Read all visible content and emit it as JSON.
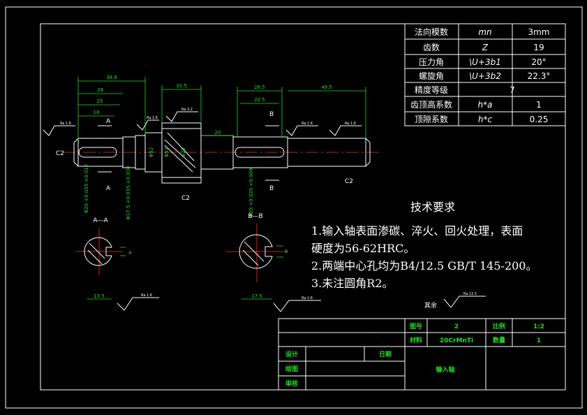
{
  "gear_params": [
    {
      "name": "法向模数",
      "symbol": "mn",
      "value": "3mm"
    },
    {
      "name": "齿数",
      "symbol": "Z",
      "value": "19"
    },
    {
      "name": "压力角",
      "symbol": "\\U+3b1",
      "value": "20°"
    },
    {
      "name": "螺旋角",
      "symbol": "\\U+3b2",
      "value": "22.3°"
    },
    {
      "name": "精度等级",
      "symbol": "",
      "value": "7"
    },
    {
      "name": "齿顶高系数",
      "symbol": "h*a",
      "value": "1"
    },
    {
      "name": "顶隙系数",
      "symbol": "h*c",
      "value": "0.25"
    }
  ],
  "tech": {
    "title": "技术要求",
    "lines": [
      "1.输入轴表面渗碳、淬火、回火处理，表面",
      "硬度为56-62HRC。",
      "2.两端中心孔均为B4/12.5 GB/T 145-200。",
      "3.未注圆角R2。"
    ]
  },
  "remaining": {
    "label": "其余",
    "ra": "Ra 12.5"
  },
  "title_block": {
    "drawing_no_label": "图号",
    "drawing_no": "2",
    "scale_label": "比例",
    "scale": "1:2",
    "material_label": "材料",
    "material": "20CrMnTi",
    "qty_label": "数量",
    "qty": "1",
    "design": "设计",
    "date": "日期",
    "draw": "绘图",
    "review": "审核",
    "part_name": "输入轴"
  },
  "dims": {
    "d386": "38.6",
    "d26": "26",
    "d25": "25",
    "d18": "18",
    "d325": "32.5",
    "d20": "20",
    "d285": "28.5",
    "d225": "22.5",
    "d495": "49.5",
    "d135": "13.5",
    "d175": "17.5",
    "d4": "4",
    "d6": "6",
    "phi25": "Φ25",
    "phi52": "Φ52",
    "phi57": "Φ57",
    "tol_a": "Φ20 +0.035 +0.017",
    "tol_b": "Φ17.5 +0.035 +0.030",
    "tol_c": "Φ20 +0.035 +0.009"
  },
  "labels": {
    "A": "A",
    "B": "B",
    "AA": "A—A",
    "BB": "B—B",
    "C2": "C2",
    "ra16": "Ra 1.6",
    "ra32": "Ra 3.2"
  }
}
